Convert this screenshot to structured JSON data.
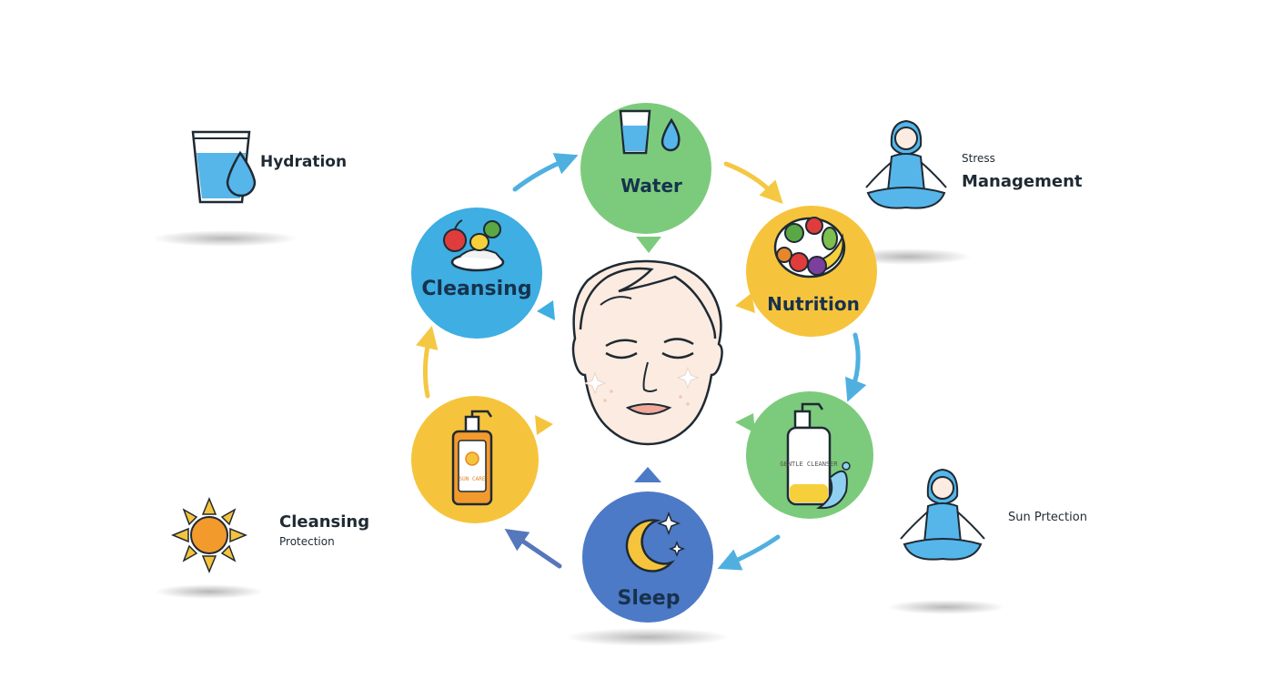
{
  "colors": {
    "green": "#7ccb7c",
    "yellow": "#f6c43c",
    "blue": "#3eaee3",
    "sleep": "#4c7ac7",
    "label_dark": "#17324d",
    "arrow_yellow": "#f4c843",
    "arrow_blue": "#4fb0e0",
    "arrow_dark": "#5577bb",
    "outline": "#1f2a33"
  },
  "cycle": {
    "nodes": [
      {
        "key": "water",
        "label": "Water",
        "icon": "glass-water-icon",
        "color": "green"
      },
      {
        "key": "nutrition",
        "label": "Nutrition",
        "icon": "fruit-plate-icon",
        "color": "yellow"
      },
      {
        "key": "cleanser",
        "label": "",
        "icon": "cleanser-bottle-icon",
        "color": "green",
        "bottle_text": "GENTLE CLEANSER"
      },
      {
        "key": "sleep",
        "label": "Sleep",
        "icon": "moon-stars-icon",
        "color": "sleep"
      },
      {
        "key": "sunscreen",
        "label": "",
        "icon": "sunscreen-bottle-icon",
        "color": "yellow",
        "bottle_text": "SUN CARE"
      },
      {
        "key": "cleansing",
        "label": "Cleansing",
        "icon": "food-plate-icon",
        "color": "blue"
      }
    ],
    "center": {
      "icon": "face-icon"
    }
  },
  "side_items": {
    "hydration": {
      "label": "Hydration",
      "icon": "water-glass-icon"
    },
    "stress": {
      "line1": "Stress",
      "line2": "Management",
      "icon": "meditation-icon"
    },
    "sun_care": {
      "line1": "Cleansing",
      "line2": "Protection",
      "icon": "sun-icon"
    },
    "sun_protection": {
      "label": "Sun Prtection",
      "icon": "meditation-icon"
    }
  }
}
